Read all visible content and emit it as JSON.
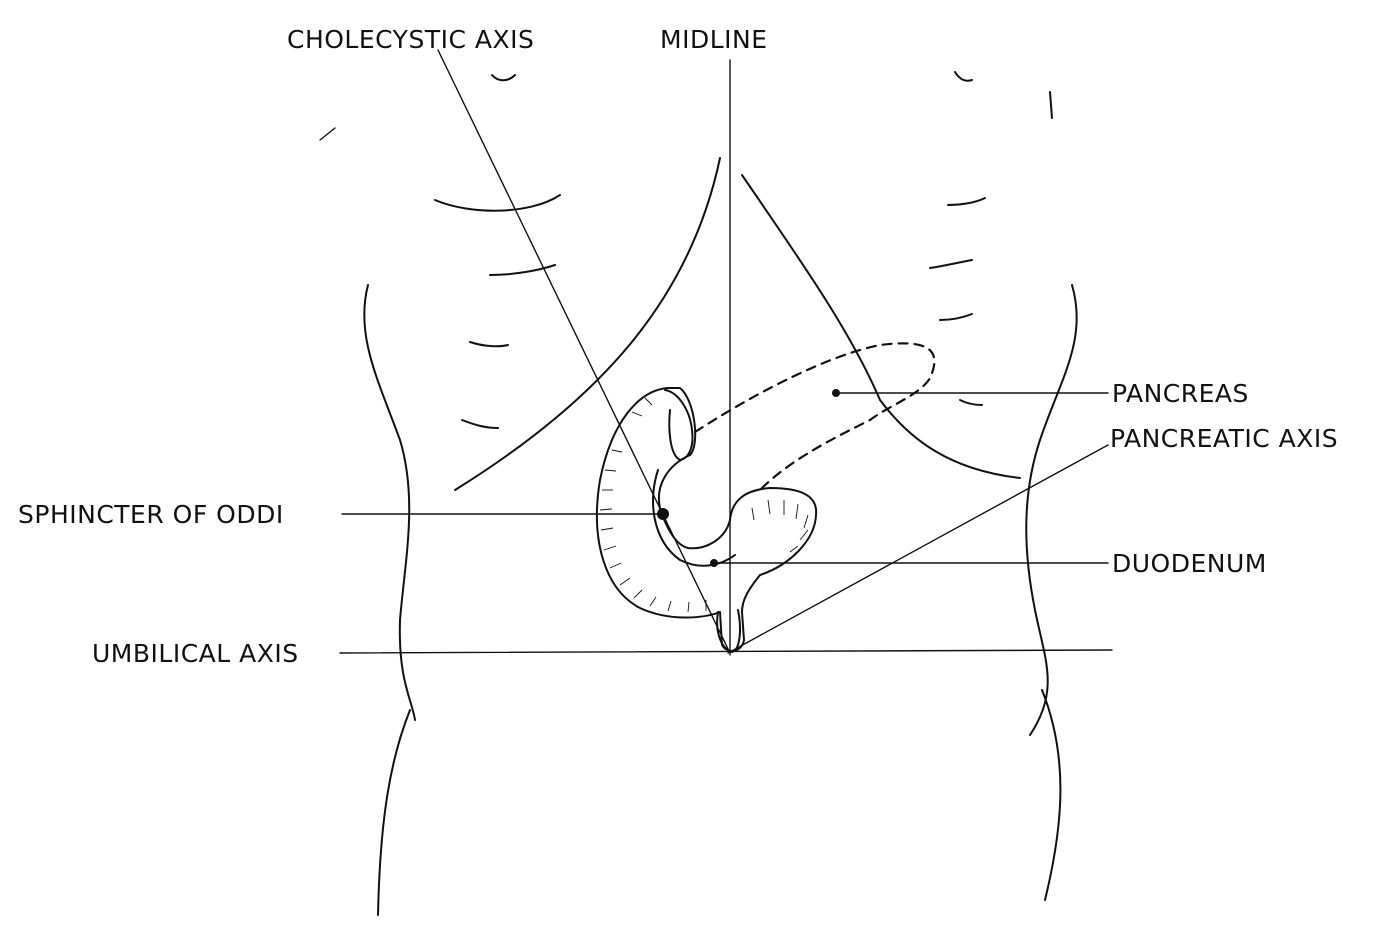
{
  "labels": {
    "cholecystic_axis": "CHOLECYSTIC AXIS",
    "midline": "MIDLINE",
    "pancreas": "PANCREAS",
    "pancreatic_axis": "PANCREATIC AXIS",
    "sphincter_of_oddi": "SPHINCTER OF ODDI",
    "duodenum": "DUODENUM",
    "umbilical_axis": "UMBILICAL AXIS"
  }
}
